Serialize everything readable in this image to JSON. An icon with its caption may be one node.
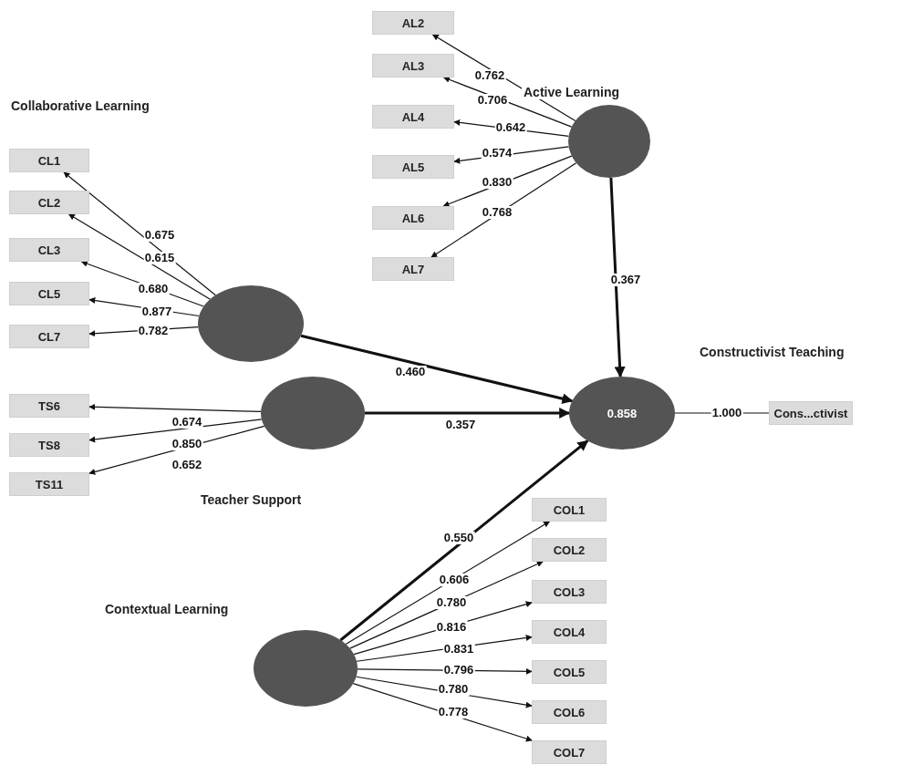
{
  "diagram": {
    "nodes": [
      {
        "text": [],
        "shape": "circle",
        "beside": [
          "Active Learning"
        ]
      },
      {
        "text": [
          "AL2"
        ]
      },
      {
        "text": [
          "AL3"
        ]
      },
      {
        "text": [
          "AL4"
        ]
      },
      {
        "text": [
          "AL5"
        ]
      },
      {
        "text": [
          "AL6"
        ]
      },
      {
        "text": [
          "AL7"
        ]
      },
      {
        "text": [],
        "shape": "circle"
      },
      {
        "text": [
          "CL1"
        ]
      },
      {
        "text": [
          "CL2"
        ]
      },
      {
        "text": [
          "CL3"
        ]
      },
      {
        "text": [
          "CL5"
        ]
      },
      {
        "text": [
          "CL7"
        ]
      },
      {
        "text": [],
        "shape": "circle",
        "beside": [
          "Teacher Support"
        ]
      },
      {
        "text": [
          "TS6"
        ]
      },
      {
        "text": [
          "TS8"
        ]
      },
      {
        "text": [
          "TS11"
        ]
      },
      {
        "text": [
          "0.858"
        ],
        "beside": [
          "Constructivist Teaching"
        ]
      },
      {
        "text": [
          "Cons...ctivist"
        ]
      },
      {
        "text": [],
        "shape": "circle",
        "beside": [
          "Contextual Learning"
        ]
      },
      {
        "text": [
          "COL1"
        ]
      },
      {
        "text": [
          "COL2"
        ]
      },
      {
        "text": [
          "COL3"
        ]
      },
      {
        "text": [
          "COL4"
        ]
      },
      {
        "text": [
          "COL5"
        ]
      },
      {
        "text": [
          "COL6"
        ]
      },
      {
        "text": [
          "COL7"
        ]
      }
    ],
    "edges": [
      {
        "from": 0,
        "to": 1,
        "arrow": "to",
        "label": "0.762"
      },
      {
        "from": 0,
        "to": 2,
        "arrow": "to",
        "label": "0.706"
      },
      {
        "from": 0,
        "to": 3,
        "arrow": "to",
        "label": "0.642"
      },
      {
        "from": 0,
        "to": 4,
        "arrow": "to",
        "label": "0.574"
      },
      {
        "from": 0,
        "to": 5,
        "arrow": "to",
        "label": "0.830"
      },
      {
        "from": 0,
        "to": 6,
        "arrow": "to",
        "label": "0.768"
      },
      {
        "from": 0,
        "to": 17,
        "arrow": "to",
        "label": "0.367",
        "style": "thick"
      },
      {
        "from": 7,
        "to": 8,
        "arrow": "to",
        "label": "0.675"
      },
      {
        "from": 7,
        "to": 9,
        "arrow": "to",
        "label": "0.615"
      },
      {
        "from": 7,
        "to": 10,
        "arrow": "to",
        "label": "0.680"
      },
      {
        "from": 7,
        "to": 11,
        "arrow": "to",
        "label": "0.877"
      },
      {
        "from": 7,
        "to": 12,
        "arrow": "to",
        "label": "0.782"
      },
      {
        "from": 7,
        "to": 17,
        "arrow": "to",
        "label": "0.460",
        "style": "thick"
      },
      {
        "from": 13,
        "to": 14,
        "arrow": "to",
        "label": "0.674"
      },
      {
        "from": 13,
        "to": 15,
        "arrow": "to",
        "label": "0.850"
      },
      {
        "from": 13,
        "to": 16,
        "arrow": "to",
        "label": "0.652"
      },
      {
        "from": 13,
        "to": 17,
        "arrow": "to",
        "label": "0.357",
        "style": "thick"
      },
      {
        "from": 17,
        "to": 18,
        "arrow": "none",
        "label": "1.000"
      },
      {
        "from": 19,
        "to": 17,
        "arrow": "to",
        "label": "0.550",
        "style": "thick"
      },
      {
        "from": 19,
        "to": 20,
        "arrow": "to",
        "label": "0.606"
      },
      {
        "from": 19,
        "to": 21,
        "arrow": "to",
        "label": "0.780"
      },
      {
        "from": 19,
        "to": 22,
        "arrow": "to",
        "label": "0.816"
      },
      {
        "from": 19,
        "to": 23,
        "arrow": "to",
        "label": "0.831"
      },
      {
        "from": 19,
        "to": 24,
        "arrow": "to",
        "label": "0.796"
      },
      {
        "from": 19,
        "to": 25,
        "arrow": "to",
        "label": "0.780"
      },
      {
        "from": 19,
        "to": 26,
        "arrow": "to",
        "label": "0.778"
      }
    ],
    "labels": [
      "Collaborative Learning"
    ]
  }
}
